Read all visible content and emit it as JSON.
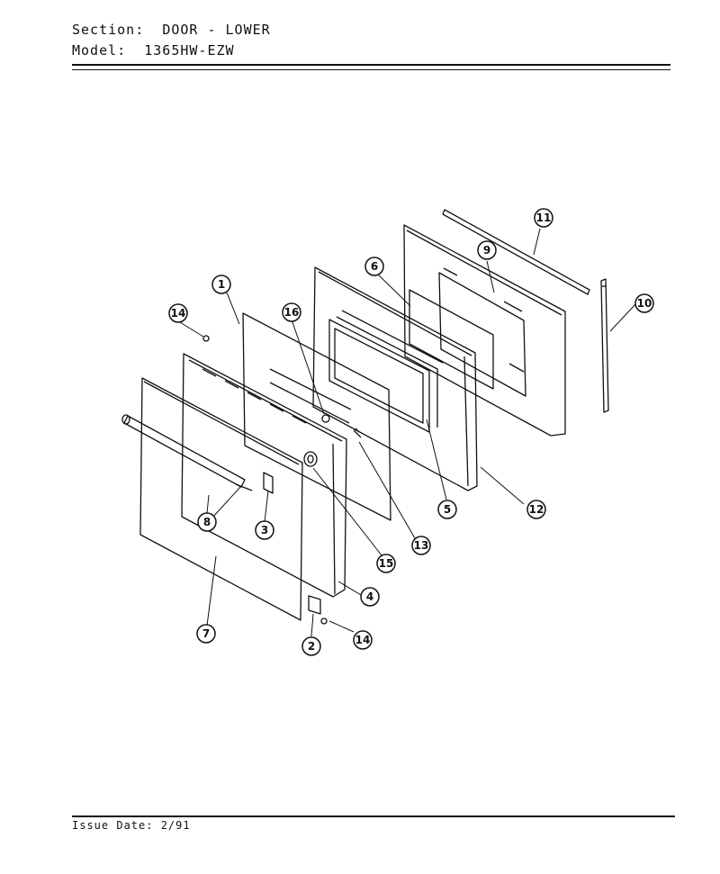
{
  "header": {
    "section_label": "Section:",
    "section_value": "DOOR - LOWER",
    "model_label": "Model:",
    "model_value": "1365HW-EZW"
  },
  "callouts": [
    "1",
    "2",
    "3",
    "4",
    "5",
    "6",
    "7",
    "8",
    "9",
    "10",
    "11",
    "12",
    "13",
    "14",
    "14",
    "15",
    "16"
  ],
  "footer": {
    "issue_date": "Issue Date: 2/91"
  }
}
